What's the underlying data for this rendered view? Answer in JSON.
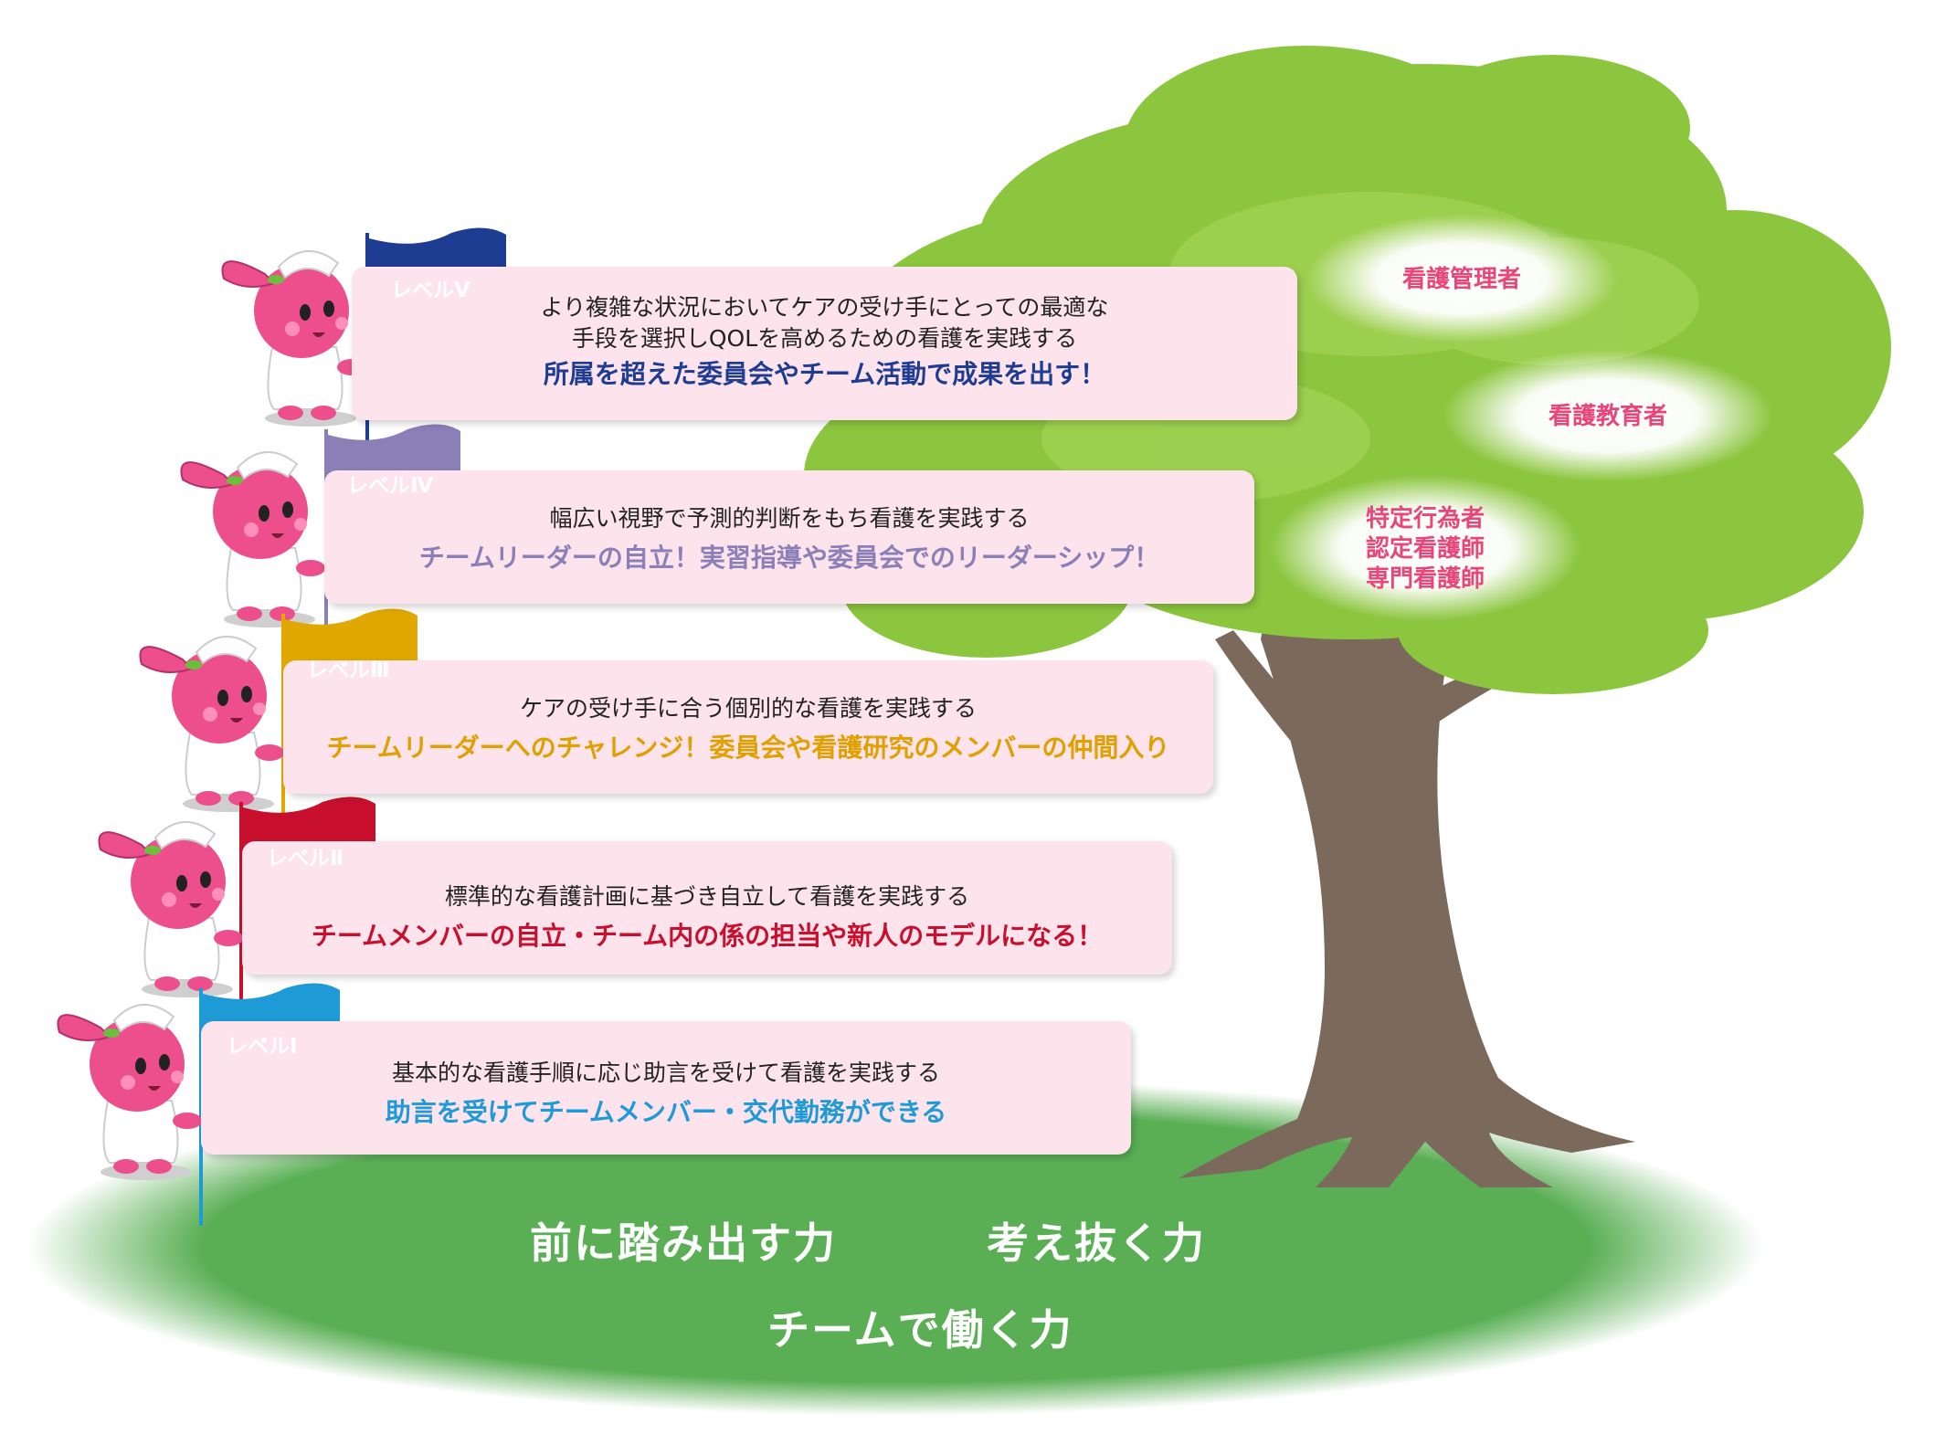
{
  "levels": [
    {
      "flag_label": "レベルⅤ",
      "flag_color": "#1f3c93",
      "description": "より複雑な状況においてケアの受け手にとっての最適な\n手段を選択しQOLを高めるための看護を実践する",
      "goal": "所属を超えた委員会やチーム活動で成果を出す！",
      "goal_color": "#1f3c93"
    },
    {
      "flag_label": "レベルⅣ",
      "flag_color": "#8b7fb8",
      "description": "幅広い視野で予測的判断をもち看護を実践する",
      "goal": "チームリーダーの自立！実習指導や委員会でのリーダーシップ！",
      "goal_color": "#8b7fb8"
    },
    {
      "flag_label": "レベルⅢ",
      "flag_color": "#e0a800",
      "description": "ケアの受け手に合う個別的な看護を実践する",
      "goal": "チームリーダーへのチャレンジ！委員会や看護研究のメンバーの仲間入り",
      "goal_color": "#e0a000"
    },
    {
      "flag_label": "レベルⅡ",
      "flag_color": "#c8102e",
      "description": "標準的な看護計画に基づき自立して看護を実践する",
      "goal": "チームメンバーの自立・チーム内の係の担当や新人のモデルになる！",
      "goal_color": "#c8102e"
    },
    {
      "flag_label": "レベルⅠ",
      "flag_color": "#1e9ad6",
      "description": "基本的な看護手順に応じ助言を受けて看護を実践する",
      "goal": "助言を受けてチームメンバー・交代勤務ができる",
      "goal_color": "#1e9ad6"
    }
  ],
  "tree_roles": [
    "看護管理者",
    "看護教育者",
    "特定行為者\n認定看護師\n専門看護師"
  ],
  "ground_labels": {
    "left": "前に踏み出す力",
    "right": "考え抜く力",
    "bottom": "チームで働く力"
  },
  "colors": {
    "card_background": "#fde3ec",
    "role_text": "#e8457a",
    "ground": "#5aaf55",
    "leaves": "#8cc63f",
    "trunk": "#7b6a5c",
    "mascot": "#ec4f8c"
  }
}
